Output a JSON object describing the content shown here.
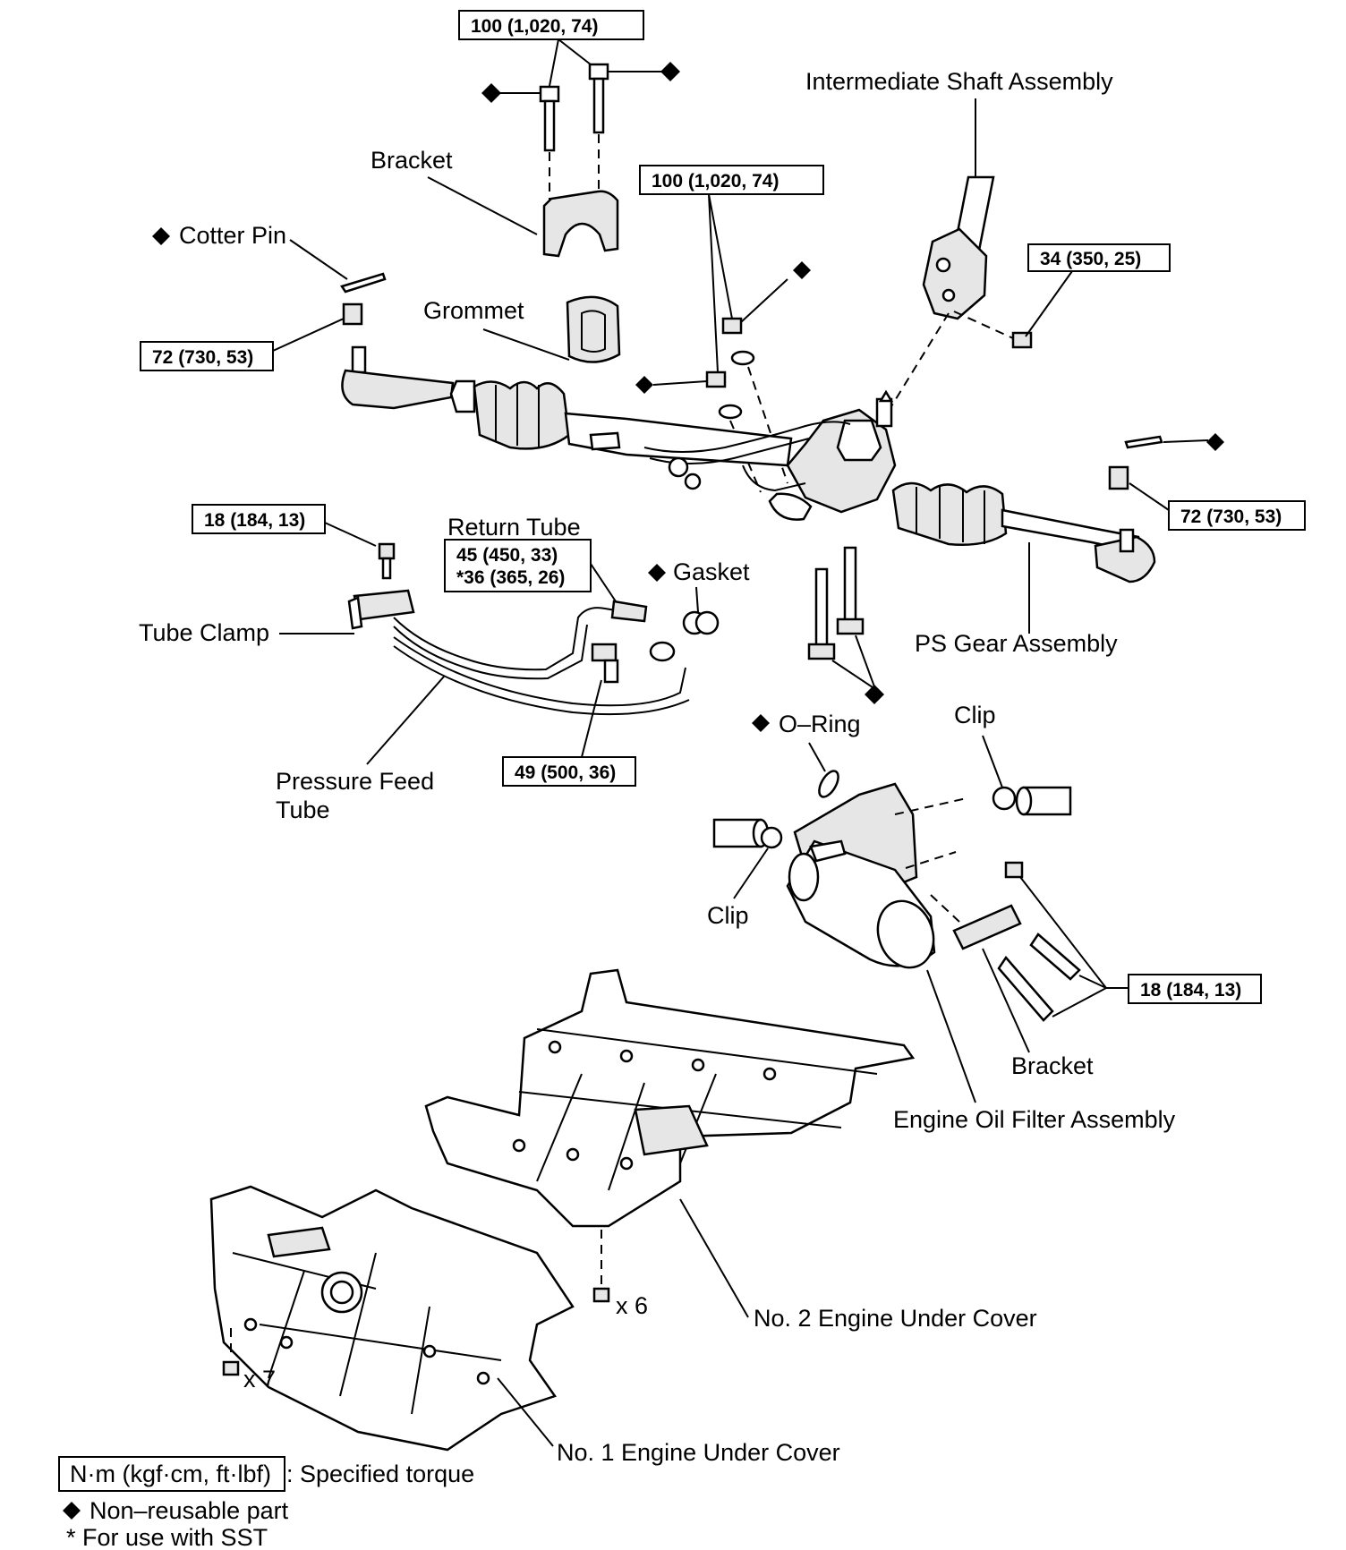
{
  "diagram": {
    "labels": {
      "intermediate_shaft": "Intermediate Shaft Assembly",
      "bracket_top": "Bracket",
      "cotter_pin": "Cotter Pin",
      "grommet": "Grommet",
      "return_tube": "Return Tube",
      "gasket": "Gasket",
      "tube_clamp": "Tube Clamp",
      "ps_gear": "PS Gear Assembly",
      "o_ring": "O–Ring",
      "clip_right": "Clip",
      "clip_left": "Clip",
      "pressure_feed_1": "Pressure Feed",
      "pressure_feed_2": "Tube",
      "bracket_lower": "Bracket",
      "oil_filter": "Engine Oil Filter Assembly",
      "under_cover_2": "No. 2 Engine Under Cover",
      "under_cover_1": "No. 1 Engine Under Cover",
      "qty_6": "x 6",
      "qty_7": "x 7"
    },
    "torques": {
      "t_top_bracket": "100 (1,020, 74)",
      "t_mid_bracket": "100 (1,020, 74)",
      "t_shaft": "34 (350, 25)",
      "t_tie_left": "72 (730, 53)",
      "t_tie_right": "72 (730, 53)",
      "t_clamp": "18 (184, 13)",
      "t_return_1": "45 (450, 33)",
      "t_return_2": "*36 (365, 26)",
      "t_union": "49 (500, 36)",
      "t_filter_bracket": "18 (184, 13)"
    },
    "legend": {
      "unit_box": "N·m (kgf·cm, ft·lbf)",
      "unit_desc": ": Specified torque",
      "non_reusable": "Non–reusable part",
      "sst": "* For use with SST"
    }
  }
}
